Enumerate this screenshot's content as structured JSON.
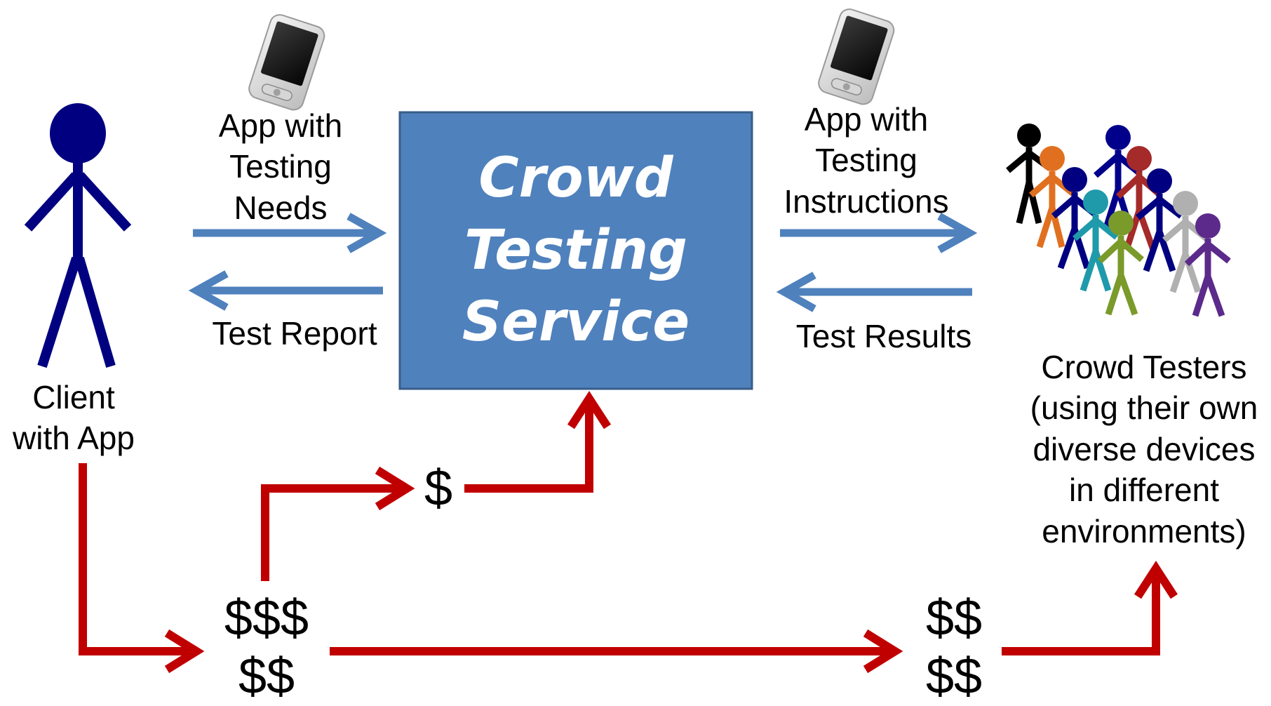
{
  "service": {
    "title": "Crowd\nTesting\nService"
  },
  "client": {
    "label": "Client\nwith App"
  },
  "crowd": {
    "label": "Crowd Testers\n(using their own\ndiverse devices\nin different\nenvironments)"
  },
  "flows": {
    "app_with_testing_needs": "App with\nTesting\nNeeds",
    "test_report": "Test Report",
    "app_with_testing_instructions": "App with\nTesting\nInstructions",
    "test_results": "Test Results"
  },
  "payments": {
    "client_total": "$$$\n$$",
    "service_fee": "$",
    "tester_payment": "$$\n$$"
  },
  "colors": {
    "service_box": "#4f81bd",
    "service_border": "#385d8a",
    "info_arrow": "#4f81bd",
    "money_arrow": "#c00000",
    "client_figure": "#000080",
    "tester_colors": [
      "#000000",
      "#e07020",
      "#00008b",
      "#000080",
      "#1f9aaa",
      "#a52a2a",
      "#000080",
      "#7a9a2a",
      "#b0b0b0",
      "#5b2a8a"
    ]
  },
  "icons": [
    "stick-figure-icon",
    "smartphone-icon",
    "crowd-icon"
  ]
}
